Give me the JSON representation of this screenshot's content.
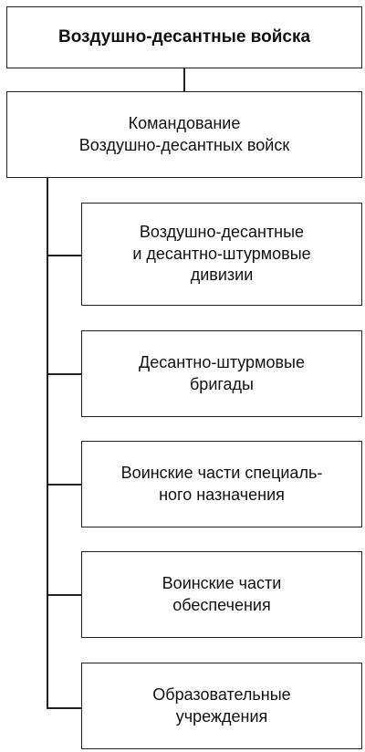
{
  "diagram": {
    "root": "Воздушно-десантные войска",
    "command": "Командование\nВоздушно-десантных войск",
    "children": [
      "Воздушно-десантные\nи десантно-штурмовые\nдивизии",
      "Десантно-штурмовые\nбригады",
      "Воинские части специаль-\nного назначения",
      "Воинские части\nобеспечения",
      "Образовательные\nучреждения"
    ]
  }
}
